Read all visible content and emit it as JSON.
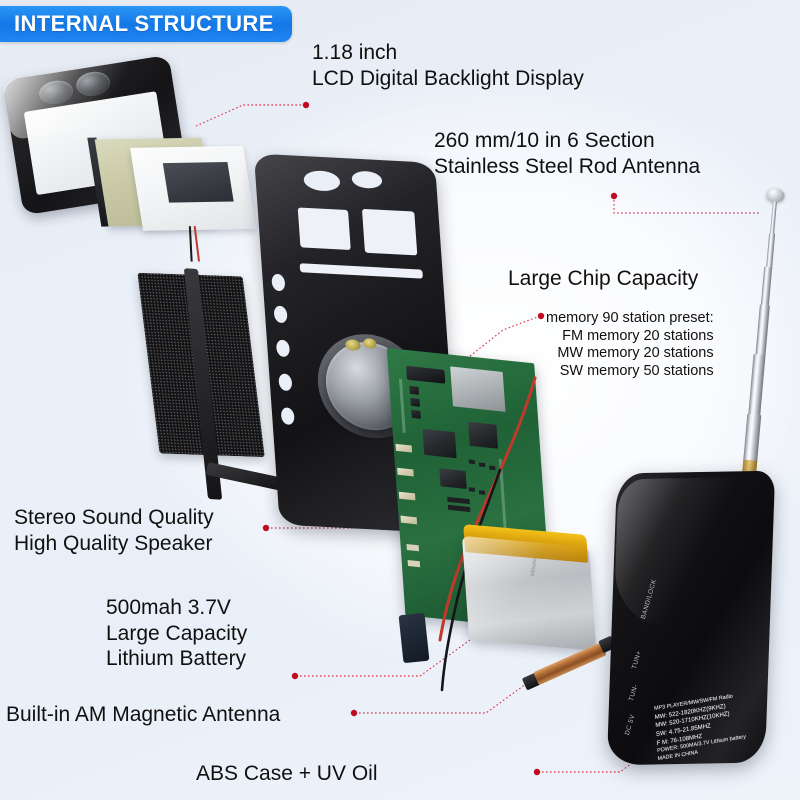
{
  "banner": {
    "title": "INTERNAL STRUCTURE"
  },
  "colors": {
    "banner_blue": "#1478e8",
    "leader_red": "#d8112a",
    "background": "#eaf0f9",
    "pcb_green": "#1f6236",
    "battery_gold": "#d79d0b",
    "text": "#101010"
  },
  "callouts": {
    "display": {
      "line1": "1.18 inch",
      "line2": "LCD Digital Backlight Display"
    },
    "antenna": {
      "line1": "260 mm/10 in 6 Section",
      "line2": "Stainless Steel Rod Antenna"
    },
    "chip": {
      "title": "Large Chip Capacity",
      "details": [
        "memory 90 station preset:",
        "FM memory 20 stations",
        "MW memory 20 stations",
        "SW memory 50 stations"
      ]
    },
    "speaker": {
      "line1": "Stereo Sound Quality",
      "line2": "High Quality Speaker"
    },
    "battery": {
      "line1": "500mah 3.7V",
      "line2": "Large Capacity",
      "line3": "Lithium Battery"
    },
    "am_antenna": {
      "text": "Built-in AM Magnetic Antenna"
    },
    "case": {
      "text": "ABS Case + UV Oil"
    }
  },
  "back_case": {
    "side_buttons": [
      "BAND/LOCK",
      "TUN+",
      "TUN-",
      "DC 5V"
    ],
    "spec_label": [
      "MP3 PLAYER/MW/SW/FM Radio",
      "MW: 522-1820KHZ(9KHZ)",
      "MW: 520-1710KHZ(10KHZ)",
      "SW: 4.75-21.85MHZ",
      "F M: 76-108MHZ",
      "POWER: 500MA/3.7V Lithium battery",
      "MADE IN CHINA"
    ]
  },
  "battery_print": {
    "line1": "3.7V",
    "line2": "500mAh",
    "line3": "603443"
  }
}
